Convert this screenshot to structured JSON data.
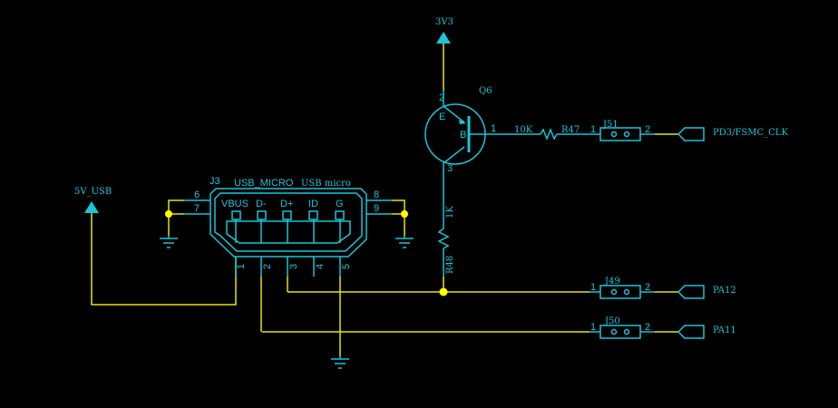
{
  "colors": {
    "background": "#000000",
    "wire": "#e6e600",
    "component": "#19c6d8",
    "junction": "#ffff00"
  },
  "power": {
    "v33": "3V3",
    "v5": "5V_USB"
  },
  "transistor": {
    "ref": "Q6",
    "pin_b": "B",
    "pin_e": "E",
    "pin_2": "2",
    "pin_1": "1",
    "pin_3": "3"
  },
  "r47": {
    "ref": "R47",
    "value": "10K"
  },
  "r48": {
    "ref": "R48",
    "value": "1K"
  },
  "j51": {
    "ref": "J51",
    "pin1": "1",
    "pin2": "2",
    "net": "PD3/FSMC_CLK"
  },
  "j49": {
    "ref": "J49",
    "pin1": "1",
    "pin2": "2",
    "net": "PA12"
  },
  "j50": {
    "ref": "J50",
    "pin1": "1",
    "pin2": "2",
    "net": "PA11"
  },
  "usb": {
    "ref": "J3",
    "name": "USB_MICRO",
    "type": "USB micro",
    "pins": [
      "VBUS",
      "D-",
      "D+",
      "ID",
      "G"
    ],
    "pin_numbers": [
      "1",
      "2",
      "3",
      "4",
      "5"
    ],
    "side_pins": [
      "6",
      "7",
      "8",
      "9"
    ]
  }
}
